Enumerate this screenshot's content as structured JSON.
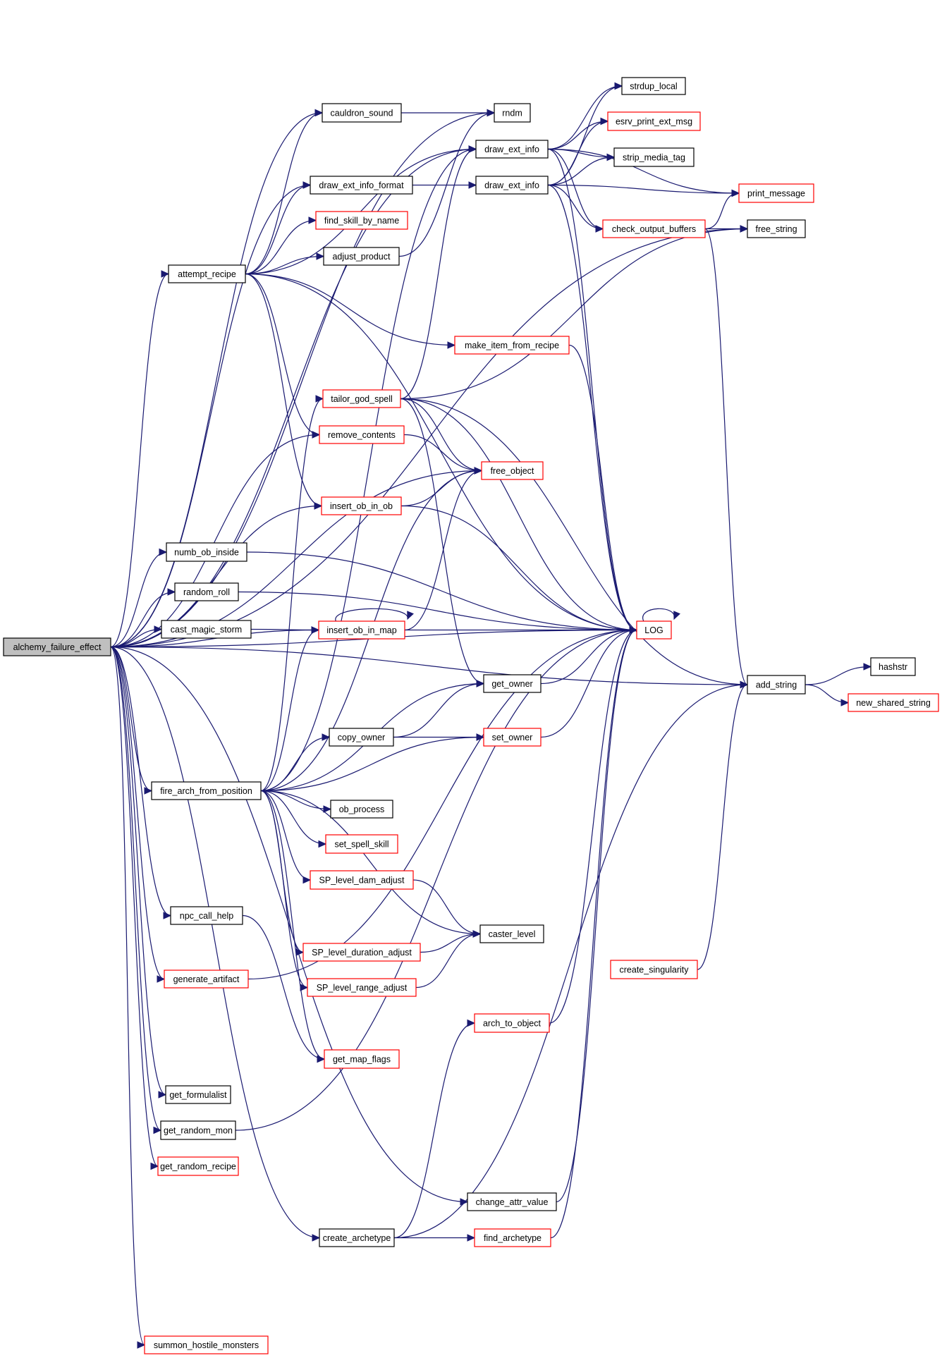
{
  "diagram": {
    "type": "call-graph",
    "root": "alchemy_failure_effect",
    "colors": {
      "edge": "#191970",
      "node_border": "#000000",
      "node_border_incomplete": "#ff0000",
      "root_fill": "#bfbfbf"
    },
    "nodes": {
      "alchemy_failure_effect": {
        "label": "alchemy_failure_effect",
        "style": "root"
      },
      "cauldron_sound": {
        "label": "cauldron_sound",
        "style": "black"
      },
      "rndm": {
        "label": "rndm",
        "style": "black"
      },
      "draw_ext_info_1": {
        "label": "draw_ext_info",
        "style": "black"
      },
      "draw_ext_info_2": {
        "label": "draw_ext_info",
        "style": "black"
      },
      "strdup_local": {
        "label": "strdup_local",
        "style": "black"
      },
      "esrv_print_ext_msg": {
        "label": "esrv_print_ext_msg",
        "style": "red"
      },
      "strip_media_tag": {
        "label": "strip_media_tag",
        "style": "black"
      },
      "print_message": {
        "label": "print_message",
        "style": "red"
      },
      "check_output_buffers": {
        "label": "check_output_buffers",
        "style": "red"
      },
      "free_string": {
        "label": "free_string",
        "style": "black"
      },
      "draw_ext_info_format": {
        "label": "draw_ext_info_format",
        "style": "black"
      },
      "find_skill_by_name": {
        "label": "find_skill_by_name",
        "style": "red"
      },
      "adjust_product": {
        "label": "adjust_product",
        "style": "black"
      },
      "attempt_recipe": {
        "label": "attempt_recipe",
        "style": "black"
      },
      "make_item_from_recipe": {
        "label": "make_item_from_recipe",
        "style": "red"
      },
      "tailor_god_spell": {
        "label": "tailor_god_spell",
        "style": "red"
      },
      "remove_contents": {
        "label": "remove_contents",
        "style": "red"
      },
      "free_object": {
        "label": "free_object",
        "style": "red"
      },
      "insert_ob_in_ob": {
        "label": "insert_ob_in_ob",
        "style": "red"
      },
      "numb_ob_inside": {
        "label": "numb_ob_inside",
        "style": "black"
      },
      "random_roll": {
        "label": "random_roll",
        "style": "black"
      },
      "cast_magic_storm": {
        "label": "cast_magic_storm",
        "style": "black"
      },
      "insert_ob_in_map": {
        "label": "insert_ob_in_map",
        "style": "red"
      },
      "LOG": {
        "label": "LOG",
        "style": "red"
      },
      "add_string": {
        "label": "add_string",
        "style": "black"
      },
      "hashstr": {
        "label": "hashstr",
        "style": "black"
      },
      "new_shared_string": {
        "label": "new_shared_string",
        "style": "red"
      },
      "get_owner": {
        "label": "get_owner",
        "style": "black"
      },
      "copy_owner": {
        "label": "copy_owner",
        "style": "black"
      },
      "set_owner": {
        "label": "set_owner",
        "style": "red"
      },
      "fire_arch_from_position": {
        "label": "fire_arch_from_position",
        "style": "black"
      },
      "ob_process": {
        "label": "ob_process",
        "style": "black"
      },
      "set_spell_skill": {
        "label": "set_spell_skill",
        "style": "red"
      },
      "SP_level_dam_adjust": {
        "label": "SP_level_dam_adjust",
        "style": "red"
      },
      "caster_level": {
        "label": "caster_level",
        "style": "black"
      },
      "SP_level_duration_adjust": {
        "label": "SP_level_duration_adjust",
        "style": "red"
      },
      "SP_level_range_adjust": {
        "label": "SP_level_range_adjust",
        "style": "red"
      },
      "npc_call_help": {
        "label": "npc_call_help",
        "style": "black"
      },
      "generate_artifact": {
        "label": "generate_artifact",
        "style": "red"
      },
      "create_singularity": {
        "label": "create_singularity",
        "style": "red"
      },
      "arch_to_object": {
        "label": "arch_to_object",
        "style": "red"
      },
      "get_map_flags": {
        "label": "get_map_flags",
        "style": "red"
      },
      "get_formulalist": {
        "label": "get_formulalist",
        "style": "black"
      },
      "get_random_mon": {
        "label": "get_random_mon",
        "style": "black"
      },
      "get_random_recipe": {
        "label": "get_random_recipe",
        "style": "red"
      },
      "change_attr_value": {
        "label": "change_attr_value",
        "style": "black"
      },
      "create_archetype": {
        "label": "create_archetype",
        "style": "black"
      },
      "find_archetype": {
        "label": "find_archetype",
        "style": "red"
      },
      "summon_hostile_monsters": {
        "label": "summon_hostile_monsters",
        "style": "red"
      }
    },
    "edges": [
      [
        "alchemy_failure_effect",
        "cauldron_sound"
      ],
      [
        "alchemy_failure_effect",
        "rndm"
      ],
      [
        "alchemy_failure_effect",
        "draw_ext_info_1"
      ],
      [
        "alchemy_failure_effect",
        "draw_ext_info_format"
      ],
      [
        "alchemy_failure_effect",
        "free_string"
      ],
      [
        "alchemy_failure_effect",
        "attempt_recipe"
      ],
      [
        "alchemy_failure_effect",
        "remove_contents"
      ],
      [
        "alchemy_failure_effect",
        "free_object"
      ],
      [
        "alchemy_failure_effect",
        "insert_ob_in_ob"
      ],
      [
        "alchemy_failure_effect",
        "numb_ob_inside"
      ],
      [
        "alchemy_failure_effect",
        "random_roll"
      ],
      [
        "alchemy_failure_effect",
        "cast_magic_storm"
      ],
      [
        "alchemy_failure_effect",
        "insert_ob_in_map"
      ],
      [
        "alchemy_failure_effect",
        "fire_arch_from_position"
      ],
      [
        "alchemy_failure_effect",
        "npc_call_help"
      ],
      [
        "alchemy_failure_effect",
        "generate_artifact"
      ],
      [
        "alchemy_failure_effect",
        "LOG"
      ],
      [
        "alchemy_failure_effect",
        "get_formulalist"
      ],
      [
        "alchemy_failure_effect",
        "get_random_mon"
      ],
      [
        "alchemy_failure_effect",
        "get_random_recipe"
      ],
      [
        "alchemy_failure_effect",
        "change_attr_value"
      ],
      [
        "alchemy_failure_effect",
        "create_archetype"
      ],
      [
        "alchemy_failure_effect",
        "add_string"
      ],
      [
        "alchemy_failure_effect",
        "summon_hostile_monsters"
      ],
      [
        "cauldron_sound",
        "rndm"
      ],
      [
        "draw_ext_info_1",
        "strdup_local"
      ],
      [
        "draw_ext_info_1",
        "esrv_print_ext_msg"
      ],
      [
        "draw_ext_info_1",
        "strip_media_tag"
      ],
      [
        "draw_ext_info_1",
        "print_message"
      ],
      [
        "draw_ext_info_1",
        "check_output_buffers"
      ],
      [
        "draw_ext_info_1",
        "LOG"
      ],
      [
        "draw_ext_info_2",
        "strdup_local"
      ],
      [
        "draw_ext_info_2",
        "esrv_print_ext_msg"
      ],
      [
        "draw_ext_info_2",
        "strip_media_tag"
      ],
      [
        "draw_ext_info_2",
        "print_message"
      ],
      [
        "draw_ext_info_2",
        "check_output_buffers"
      ],
      [
        "draw_ext_info_2",
        "LOG"
      ],
      [
        "check_output_buffers",
        "print_message"
      ],
      [
        "check_output_buffers",
        "free_string"
      ],
      [
        "check_output_buffers",
        "add_string"
      ],
      [
        "draw_ext_info_format",
        "draw_ext_info_2"
      ],
      [
        "attempt_recipe",
        "cauldron_sound"
      ],
      [
        "attempt_recipe",
        "draw_ext_info_1"
      ],
      [
        "attempt_recipe",
        "draw_ext_info_format"
      ],
      [
        "attempt_recipe",
        "find_skill_by_name"
      ],
      [
        "attempt_recipe",
        "adjust_product"
      ],
      [
        "attempt_recipe",
        "make_item_from_recipe"
      ],
      [
        "attempt_recipe",
        "remove_contents"
      ],
      [
        "attempt_recipe",
        "insert_ob_in_ob"
      ],
      [
        "attempt_recipe",
        "LOG"
      ],
      [
        "adjust_product",
        "rndm"
      ],
      [
        "make_item_from_recipe",
        "LOG"
      ],
      [
        "tailor_god_spell",
        "draw_ext_info_1"
      ],
      [
        "tailor_god_spell",
        "free_string"
      ],
      [
        "tailor_god_spell",
        "free_object"
      ],
      [
        "tailor_god_spell",
        "get_owner"
      ],
      [
        "tailor_god_spell",
        "add_string"
      ],
      [
        "tailor_god_spell",
        "LOG"
      ],
      [
        "remove_contents",
        "free_object"
      ],
      [
        "insert_ob_in_ob",
        "free_object"
      ],
      [
        "insert_ob_in_ob",
        "LOG"
      ],
      [
        "numb_ob_inside",
        "LOG"
      ],
      [
        "random_roll",
        "LOG"
      ],
      [
        "cast_magic_storm",
        "insert_ob_in_map"
      ],
      [
        "insert_ob_in_map",
        "insert_ob_in_map"
      ],
      [
        "insert_ob_in_map",
        "free_object"
      ],
      [
        "insert_ob_in_map",
        "LOG"
      ],
      [
        "LOG",
        "LOG"
      ],
      [
        "add_string",
        "hashstr"
      ],
      [
        "add_string",
        "new_shared_string"
      ],
      [
        "get_owner",
        "LOG"
      ],
      [
        "set_owner",
        "LOG"
      ],
      [
        "copy_owner",
        "get_owner"
      ],
      [
        "copy_owner",
        "set_owner"
      ],
      [
        "fire_arch_from_position",
        "tailor_god_spell"
      ],
      [
        "fire_arch_from_position",
        "draw_ext_info_1"
      ],
      [
        "fire_arch_from_position",
        "insert_ob_in_map"
      ],
      [
        "fire_arch_from_position",
        "free_object"
      ],
      [
        "fire_arch_from_position",
        "get_owner"
      ],
      [
        "fire_arch_from_position",
        "copy_owner"
      ],
      [
        "fire_arch_from_position",
        "set_owner"
      ],
      [
        "fire_arch_from_position",
        "ob_process"
      ],
      [
        "fire_arch_from_position",
        "set_spell_skill"
      ],
      [
        "fire_arch_from_position",
        "SP_level_dam_adjust"
      ],
      [
        "fire_arch_from_position",
        "caster_level"
      ],
      [
        "fire_arch_from_position",
        "SP_level_duration_adjust"
      ],
      [
        "fire_arch_from_position",
        "SP_level_range_adjust"
      ],
      [
        "fire_arch_from_position",
        "get_map_flags"
      ],
      [
        "SP_level_dam_adjust",
        "caster_level"
      ],
      [
        "SP_level_duration_adjust",
        "caster_level"
      ],
      [
        "SP_level_range_adjust",
        "caster_level"
      ],
      [
        "npc_call_help",
        "get_map_flags"
      ],
      [
        "generate_artifact",
        "LOG"
      ],
      [
        "create_singularity",
        "add_string"
      ],
      [
        "arch_to_object",
        "LOG"
      ],
      [
        "get_random_mon",
        "LOG"
      ],
      [
        "change_attr_value",
        "LOG"
      ],
      [
        "create_archetype",
        "arch_to_object"
      ],
      [
        "create_archetype",
        "find_archetype"
      ],
      [
        "create_archetype",
        "add_string"
      ],
      [
        "find_archetype",
        "LOG"
      ]
    ]
  }
}
